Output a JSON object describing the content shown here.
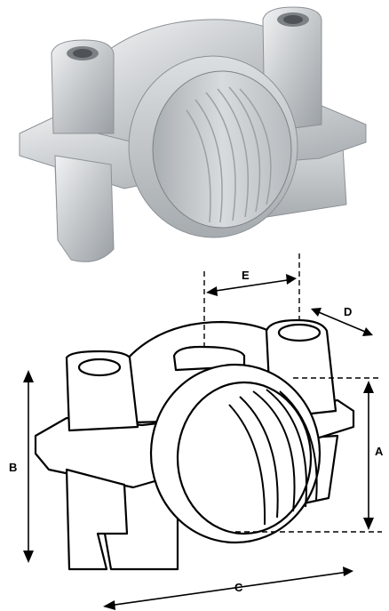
{
  "dimensions": {
    "a": "A",
    "b": "B",
    "c": "C",
    "d": "D",
    "e": "E"
  },
  "colors": {
    "metal_light": "#e6e8ea",
    "metal_mid": "#b9bdc1",
    "metal_dark": "#8c9196",
    "outline": "#000000",
    "fill_drawing": "#ffffff"
  }
}
